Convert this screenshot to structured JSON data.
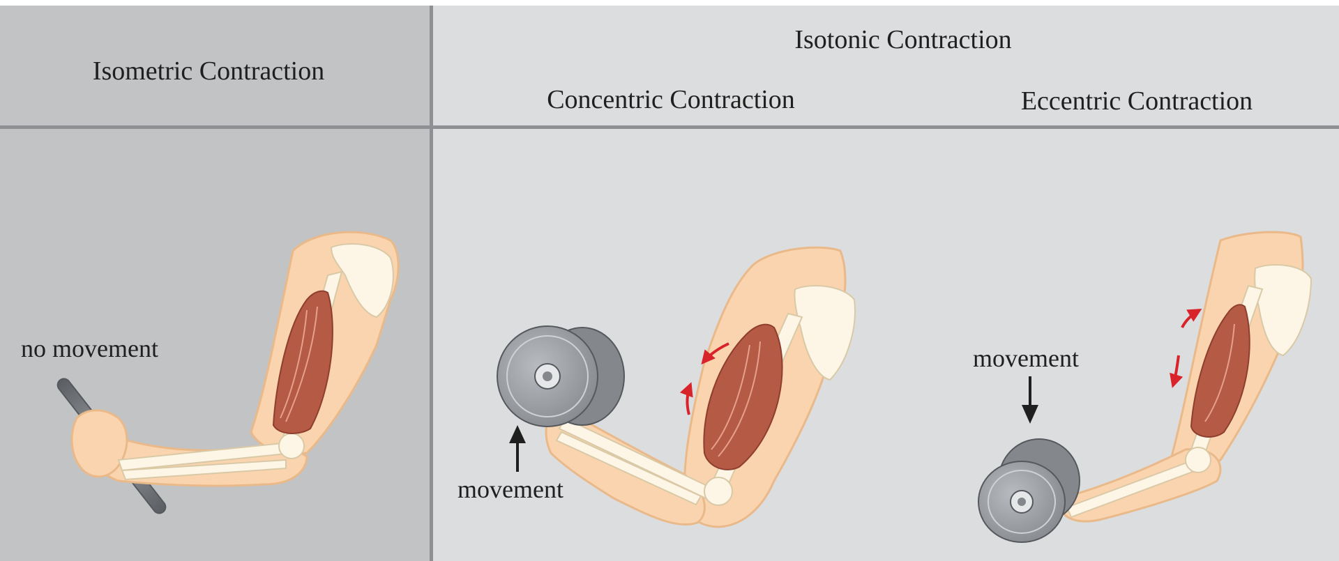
{
  "headers": {
    "isometric": "Isometric Contraction",
    "isotonic": "Isotonic Contraction",
    "concentric": "Concentric Contraction",
    "eccentric": "Eccentric Contraction"
  },
  "labels": {
    "no_movement": "no movement",
    "movement_concentric": "movement",
    "movement_eccentric": "movement"
  },
  "colors": {
    "left_panel": "#c2c3c5",
    "right_panel": "#dcdddf",
    "divider": "#8f9093",
    "skin": "#f9d4ae",
    "skin_outline": "#eab98a",
    "bone": "#fdf6e6",
    "muscle": "#b55a45",
    "weight": "#9ea1a5",
    "arrow_red": "#d8232a",
    "arrow_black": "#1f1f1f"
  }
}
